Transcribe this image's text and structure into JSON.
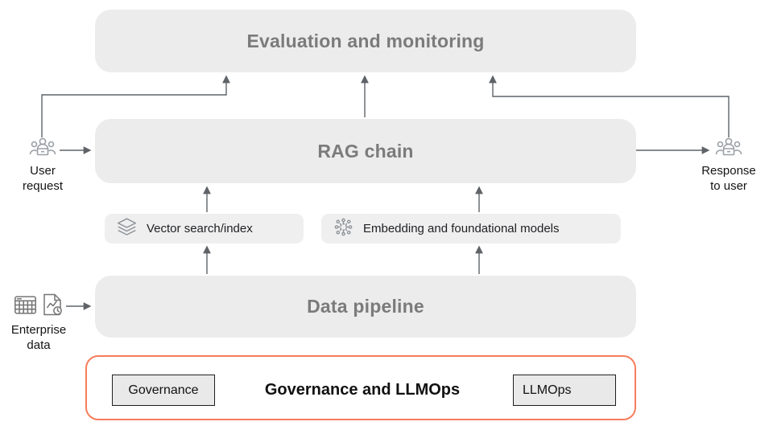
{
  "boxes": {
    "evaluation": {
      "label": "Evaluation and monitoring"
    },
    "rag_chain": {
      "label": "RAG chain"
    },
    "vector_search": {
      "label": "Vector search/index",
      "icon": "layers-icon"
    },
    "embedding": {
      "label": "Embedding and foundational models",
      "icon": "neural-chip-icon"
    },
    "data_pipeline": {
      "label": "Data pipeline"
    }
  },
  "actors": {
    "user_request": {
      "label": "User\nrequest",
      "icon": "people-group-icon"
    },
    "response_to_user": {
      "label": "Response\nto user",
      "icon": "people-group-icon"
    },
    "enterprise_data": {
      "label": "Enterprise\ndata",
      "icons": [
        "table-icon",
        "report-doc-icon"
      ]
    }
  },
  "governance": {
    "title": "Governance and LLMOps",
    "governance_label": "Governance",
    "llmops_label": "LLMOps"
  },
  "colors": {
    "process_box_fill": "#ececec",
    "process_box_text": "#7b7b7b",
    "component_box_fill": "#efefef",
    "dark_text": "#202124",
    "governance_outline": "#f87c5b",
    "arrow": "#5f6368",
    "icon_gray": "#8d9297"
  }
}
